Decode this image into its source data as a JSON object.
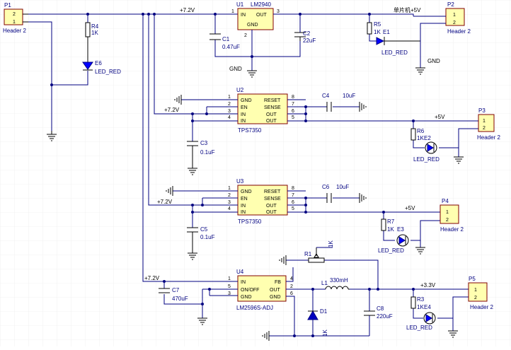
{
  "header_block": {
    "ref": "P1",
    "name": "Header 2",
    "pin_top": "2",
    "pin_bottom": "1"
  },
  "top_rail_label": "+7.2V",
  "r4": {
    "ref": "R4",
    "value": "1K"
  },
  "e6": {
    "ref": "E6",
    "value": "LED_RED"
  },
  "u1": {
    "ref": "U1",
    "part": "LM2940",
    "pin_in": "IN",
    "pin_out": "OUT",
    "pin_gnd": "GND",
    "num_in": "1",
    "num_out": "3",
    "num_gnd": "2"
  },
  "c1": {
    "ref": "C1",
    "value": "0.47uF"
  },
  "c2": {
    "ref": "C2",
    "value": "22uF"
  },
  "u1_gnd_label": "GND",
  "r5": {
    "ref": "R5",
    "value": "1K"
  },
  "e1": {
    "ref": "E1",
    "value": "LED_RED"
  },
  "mcu_label": "单片机+5V",
  "p2": {
    "ref": "P2",
    "name": "Header 2",
    "pin_top": "1",
    "pin_bottom": "2",
    "gnd_label": "GND"
  },
  "u2": {
    "ref": "U2",
    "part": "TPS7350",
    "left_pins": [
      "GND",
      "EN",
      "IN",
      "IN"
    ],
    "right_pins": [
      "RESET",
      "SENSE",
      "OUT",
      "OUT"
    ],
    "left_nums": [
      "1",
      "2",
      "3",
      "4"
    ],
    "right_nums": [
      "8",
      "7",
      "6",
      "5"
    ],
    "vin_label": "+7.2V"
  },
  "c4": {
    "ref": "C4",
    "value": "10uF"
  },
  "c3": {
    "ref": "C3",
    "value": "0.1uF"
  },
  "p3": {
    "ref": "P3",
    "name": "Header 2",
    "pin_top": "1",
    "pin_bottom": "2",
    "rail_label": "+5V"
  },
  "r6": {
    "ref": "R6",
    "value": "1K"
  },
  "e2": {
    "ref": "E2",
    "value": "LED_RED"
  },
  "u3": {
    "ref": "U3",
    "part": "TPS7350",
    "left_pins": [
      "GND",
      "EN",
      "IN",
      "IN"
    ],
    "right_pins": [
      "RESET",
      "SENSE",
      "OUT",
      "OUT"
    ],
    "left_nums": [
      "1",
      "2",
      "3",
      "4"
    ],
    "right_nums": [
      "8",
      "7",
      "6",
      "5"
    ],
    "vin_label": "+7.2V"
  },
  "c6": {
    "ref": "C6",
    "value": "10uF"
  },
  "c5": {
    "ref": "C5",
    "value": "0.1uF"
  },
  "p4": {
    "ref": "P4",
    "name": "Header 2",
    "pin_top": "1",
    "pin_bottom": "2",
    "rail_label": "+5V"
  },
  "r7": {
    "ref": "R7",
    "value": "1K"
  },
  "e3": {
    "ref": "E3",
    "value": "LED_RED"
  },
  "u4": {
    "ref": "U4",
    "part": "LM2596S-ADJ",
    "left_pins": [
      "IN",
      "ON/OFF",
      "GND"
    ],
    "right_pins": [
      "FB",
      "OUT",
      "GND"
    ],
    "left_nums": [
      "1",
      "5",
      "3"
    ],
    "right_nums": [
      "4",
      "2",
      "6"
    ],
    "vin_label": "+7.2V"
  },
  "c7": {
    "ref": "C7",
    "value": "470uF"
  },
  "r1": {
    "ref": "R1",
    "value": "1K",
    "value2": "1K"
  },
  "l1": {
    "ref": "L1",
    "value": "330mH"
  },
  "d1": {
    "ref": "D1"
  },
  "c8": {
    "ref": "C8",
    "value": "220uF"
  },
  "p5": {
    "ref": "P5",
    "name": "Header 2",
    "pin_top": "1",
    "pin_bottom": "2",
    "rail_label": "+3.3V"
  },
  "r3": {
    "ref": "R3",
    "value": "1K"
  },
  "e4": {
    "ref": "E4",
    "value": "LED_RED"
  }
}
